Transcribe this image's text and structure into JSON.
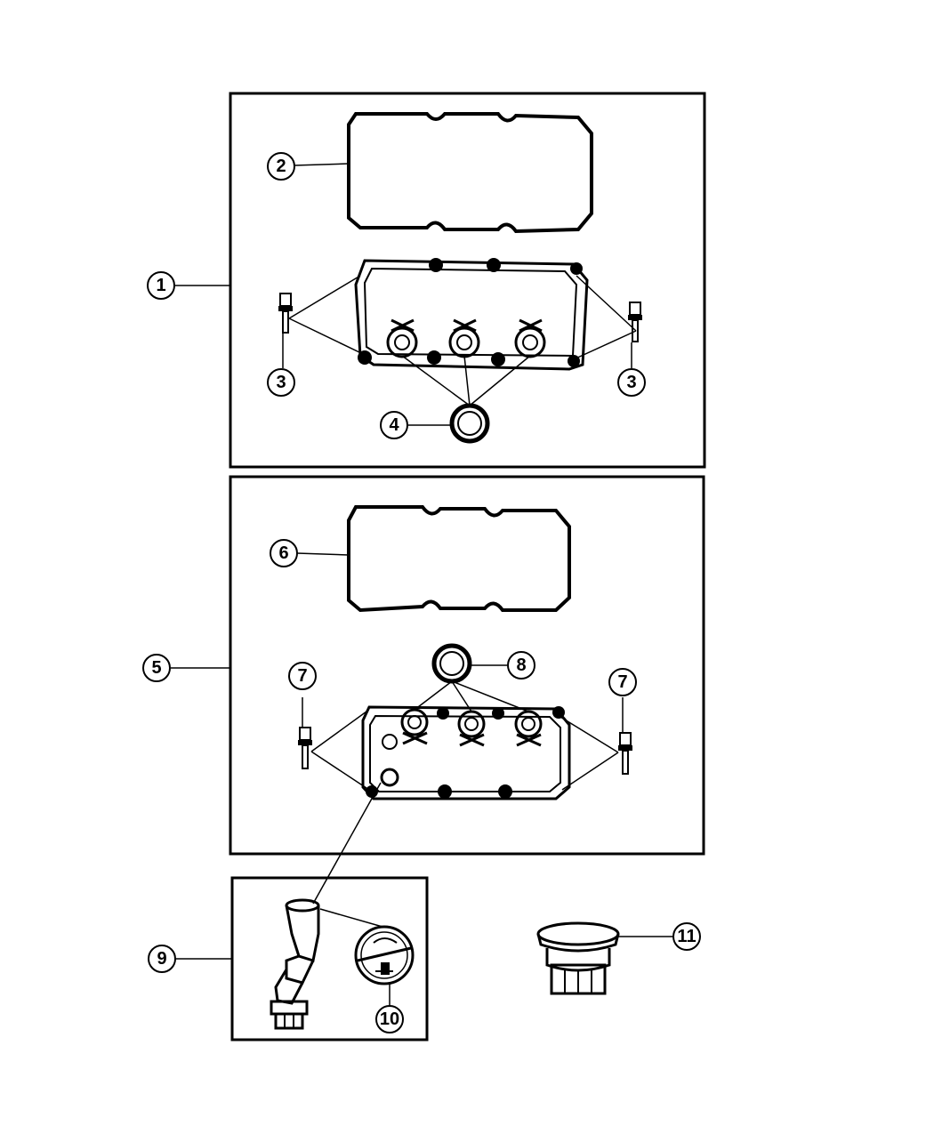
{
  "diagram": {
    "callouts": {
      "c1": "1",
      "c2": "2",
      "c3a": "3",
      "c3b": "3",
      "c4": "4",
      "c5": "5",
      "c6": "6",
      "c7a": "7",
      "c7b": "7",
      "c8": "8",
      "c9": "9",
      "c10": "10",
      "c11": "11"
    },
    "colors": {
      "line": "#000000",
      "background": "#ffffff"
    }
  }
}
